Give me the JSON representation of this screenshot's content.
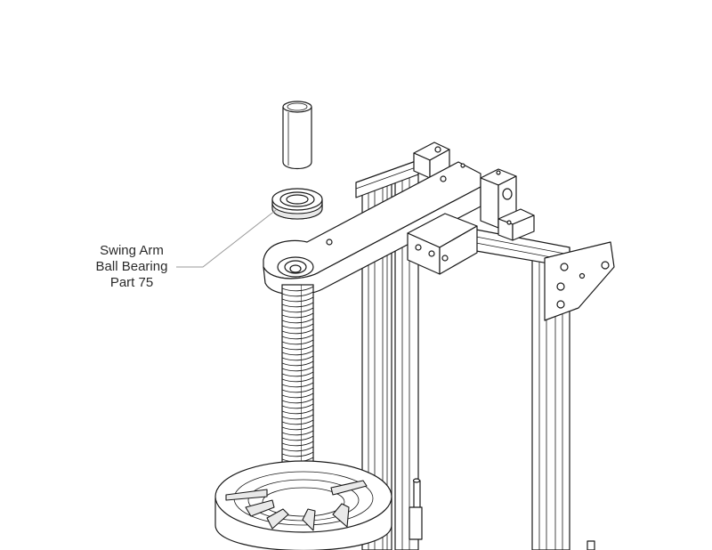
{
  "callout": {
    "line1": "Swing Arm",
    "line2": "Ball Bearing",
    "line3": "Part 75"
  },
  "colors": {
    "ink": "#1a1a1a",
    "paper": "#ffffff",
    "leader": "#9a9a9a"
  }
}
